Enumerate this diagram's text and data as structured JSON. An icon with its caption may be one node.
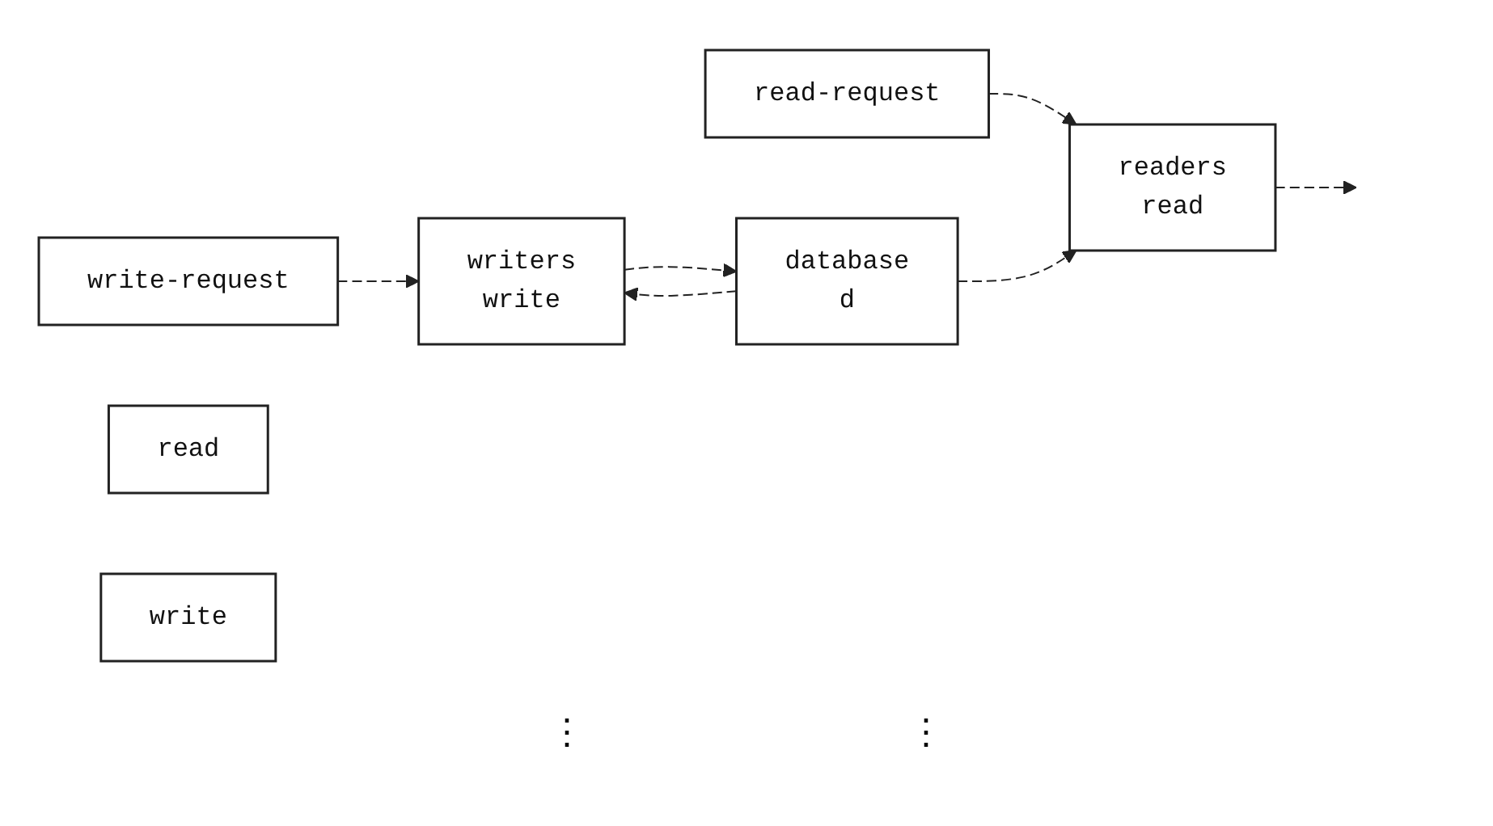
{
  "diagram": {
    "nodes": [
      {
        "text": [
          "read-request"
        ]
      },
      {
        "text": [
          "write-request"
        ]
      },
      {
        "text": [
          "readers",
          "read"
        ]
      },
      {
        "text": [
          "database",
          "d"
        ]
      },
      {
        "text": [
          "writers",
          "write"
        ]
      },
      {
        "text": [
          "read"
        ]
      },
      {
        "text": [
          "write"
        ]
      }
    ],
    "edges": [
      {
        "from": 0,
        "to": 2,
        "arrow": "to"
      },
      {
        "from": 3,
        "to": 2,
        "arrow": "to"
      },
      {
        "from": 2,
        "to": null,
        "arrow": "to"
      },
      {
        "from": 1,
        "to": 4,
        "arrow": "to"
      },
      {
        "from": 3,
        "to": 4,
        "arrow": "to"
      },
      {
        "from": 4,
        "to": 3,
        "arrow": "to"
      }
    ],
    "labels": [
      "⋮",
      "⋮"
    ]
  }
}
